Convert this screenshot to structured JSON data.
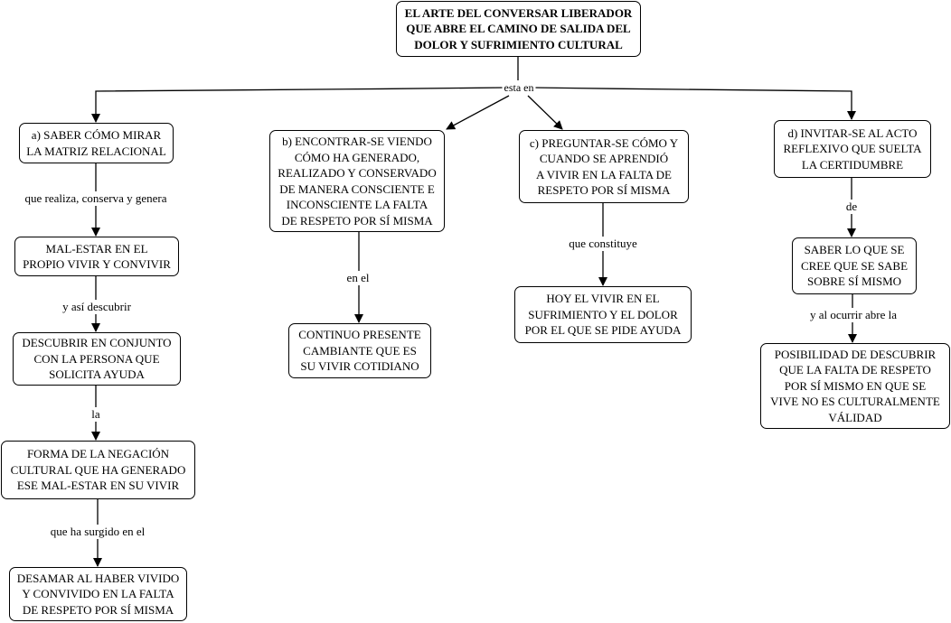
{
  "nodes": {
    "root": "EL ARTE DEL CONVERSAR LIBERADOR\nQUE ABRE EL CAMINO DE SALIDA DEL\nDOLOR Y SUFRIMIENTO CULTURAL",
    "a": "a) SABER CÓMO MIRAR\nLA MATRIZ RELACIONAL",
    "b": "b) ENCONTRAR-SE VIENDO\nCÓMO HA GENERADO,\nREALIZADO Y CONSERVADO\nDE MANERA CONSCIENTE E\nINCONSCIENTE LA FALTA\nDE RESPETO POR SÍ MISMA",
    "c": "c) PREGUNTAR-SE CÓMO Y\nCUANDO SE APRENDIÓ\nA VIVIR EN LA FALTA DE\nRESPETO POR SÍ MISMA",
    "d": "d) INVITAR-SE AL ACTO\nREFLEXIVO QUE SUELTA\nLA CERTIDUMBRE",
    "a1": "MAL-ESTAR EN EL\nPROPIO VIVIR Y CONVIVIR",
    "a2": "DESCUBRIR EN CONJUNTO\nCON LA PERSONA QUE\nSOLICITA AYUDA",
    "a3": "FORMA DE LA NEGACIÓN\nCULTURAL QUE HA GENERADO\nESE MAL-ESTAR EN SU VIVIR",
    "a4": "DESAMAR AL HABER VIVIDO\nY CONVIVIDO EN LA FALTA\nDE RESPETO POR SÍ MISMA",
    "b1": "CONTINUO PRESENTE\nCAMBIANTE QUE ES\nSU VIVIR COTIDIANO",
    "c1": "HOY EL VIVIR EN EL\nSUFRIMIENTO Y EL DOLOR\nPOR EL QUE SE PIDE AYUDA",
    "d1": "SABER LO QUE SE\nCREE QUE SE SABE\nSOBRE SÍ MISMO",
    "d2": "POSIBILIDAD DE DESCUBRIR\nQUE LA FALTA DE RESPETO\nPOR SÍ MISMO EN QUE SE\nVIVE NO ES CULTURALMENTE\nVÁLIDAD"
  },
  "labels": {
    "esta_en": "esta en",
    "que_realiza": "que realiza, conserva y genera",
    "y_asi": "y así descubrir",
    "la": "la",
    "que_ha_surgido": "que ha surgido en el",
    "en_el": "en el",
    "que_constituye": "que constituye",
    "de": "de",
    "y_al_ocurrir": "y al ocurrir abre la"
  }
}
